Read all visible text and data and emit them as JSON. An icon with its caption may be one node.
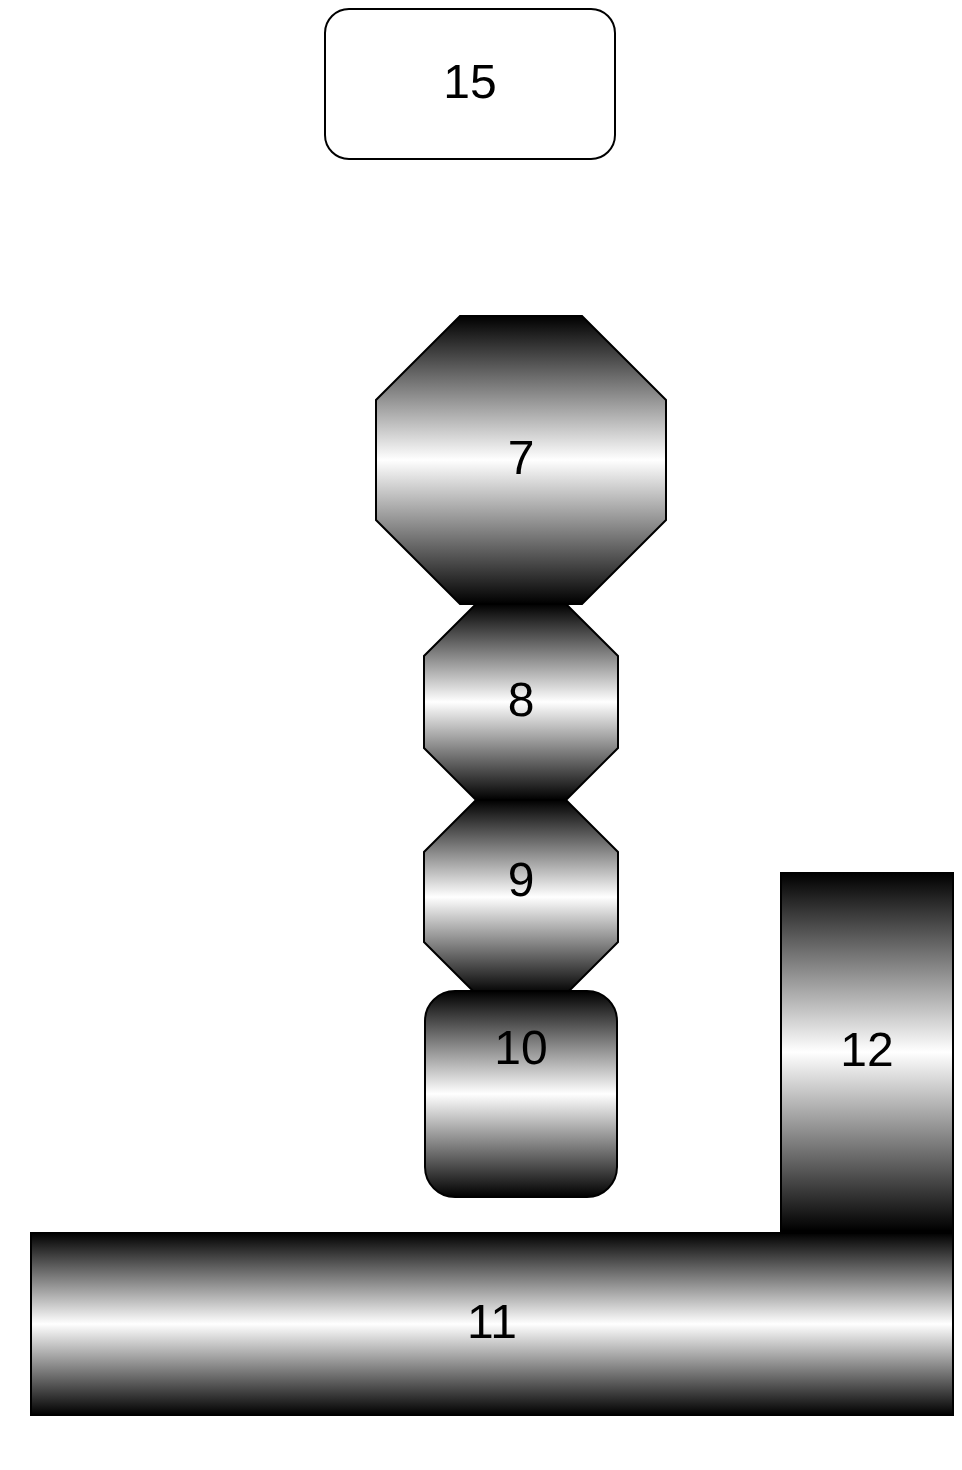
{
  "diagram": {
    "nodes": [
      {
        "text": [
          "15"
        ]
      },
      {
        "text": [
          "7"
        ]
      },
      {
        "text": [
          "8"
        ]
      },
      {
        "text": [
          "9"
        ]
      },
      {
        "text": [
          "10"
        ]
      },
      {
        "text": [
          "12"
        ]
      },
      {
        "text": [
          "11"
        ]
      }
    ]
  }
}
